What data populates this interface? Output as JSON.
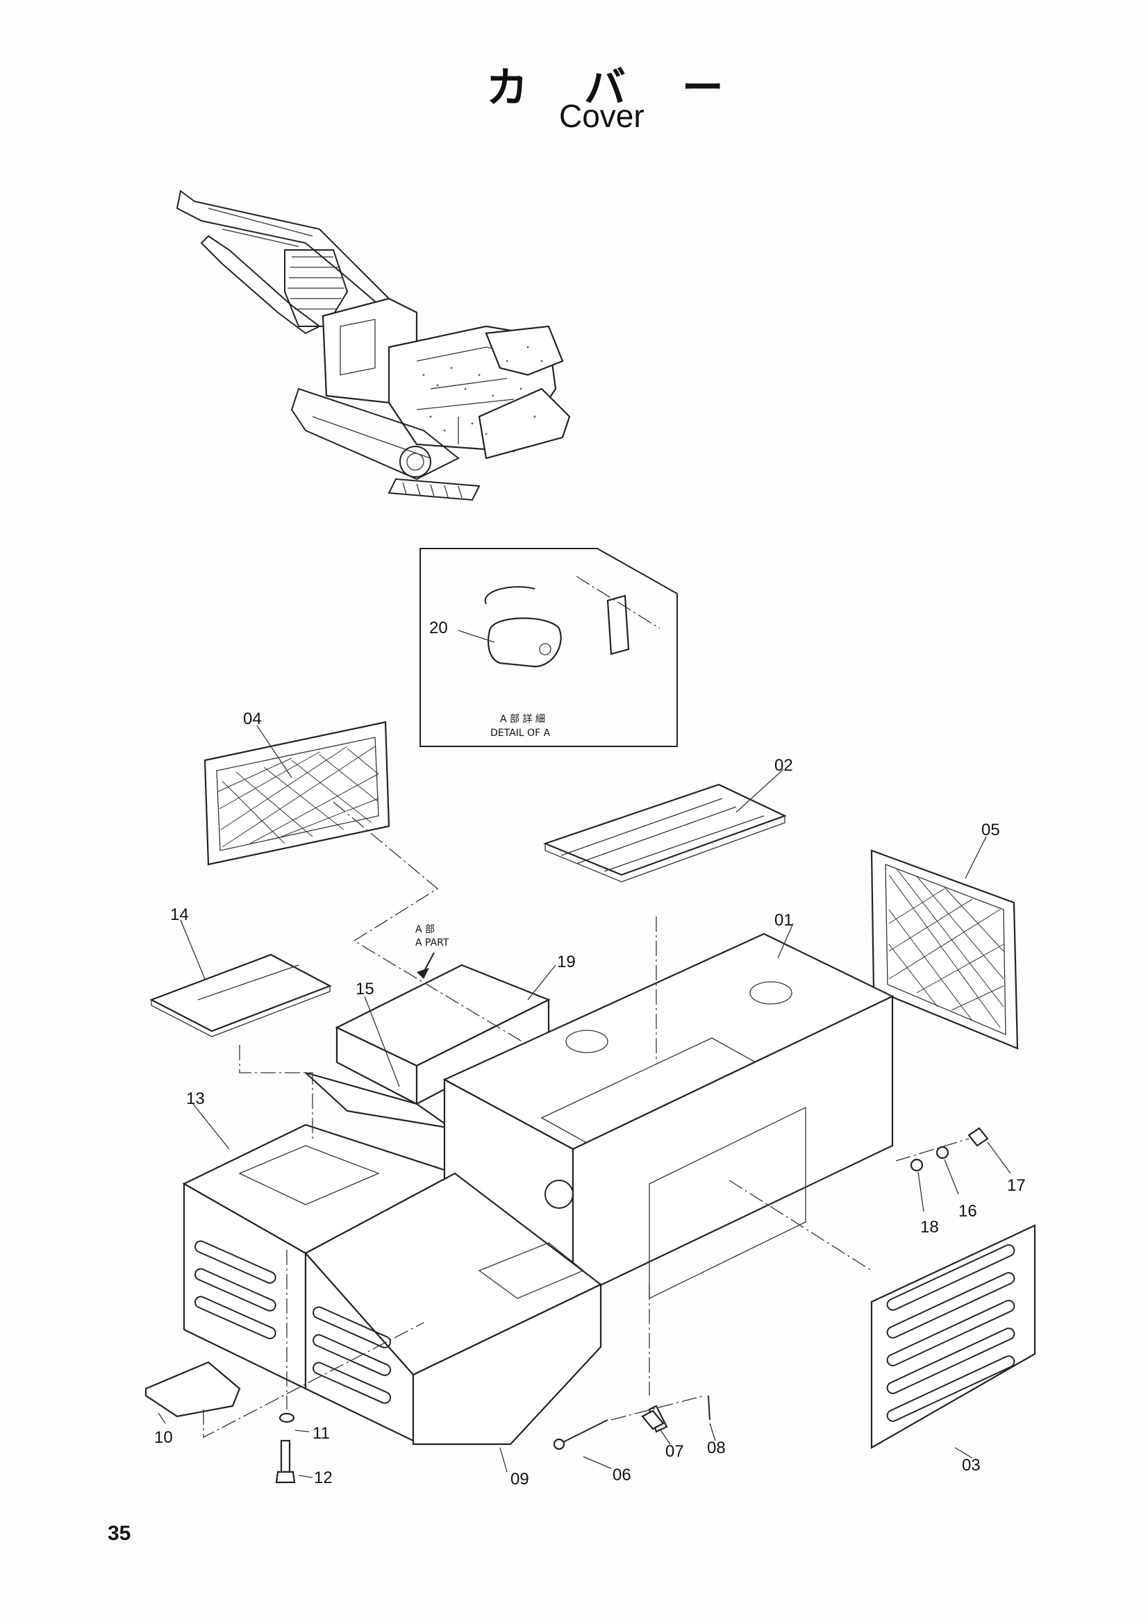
{
  "title": {
    "japanese": "カ バ ー",
    "english": "Cover"
  },
  "page_number": "35",
  "detail_box": {
    "line1": "A 部 詳 細",
    "line2": "DETAIL OF A"
  },
  "a_part": {
    "line1": "A 部",
    "line2": "A PART"
  },
  "callouts": {
    "p01": "01",
    "p02": "02",
    "p03": "03",
    "p04": "04",
    "p05": "05",
    "p06": "06",
    "p07": "07",
    "p08": "08",
    "p09": "09",
    "p10": "10",
    "p11": "11",
    "p12": "12",
    "p13": "13",
    "p14": "14",
    "p15": "15",
    "p16": "16",
    "p17": "17",
    "p18": "18",
    "p19": "19",
    "p20": "20"
  }
}
